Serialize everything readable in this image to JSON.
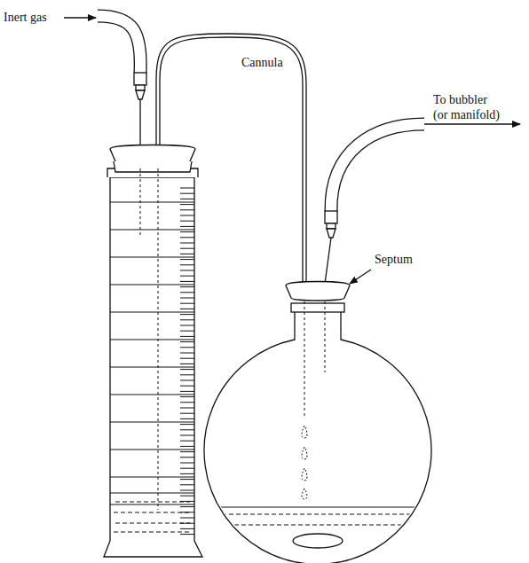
{
  "diagram": {
    "labels": [
      "Inert gas",
      "Cannula",
      "To bubbler (or manifold)",
      "Septum"
    ]
  }
}
